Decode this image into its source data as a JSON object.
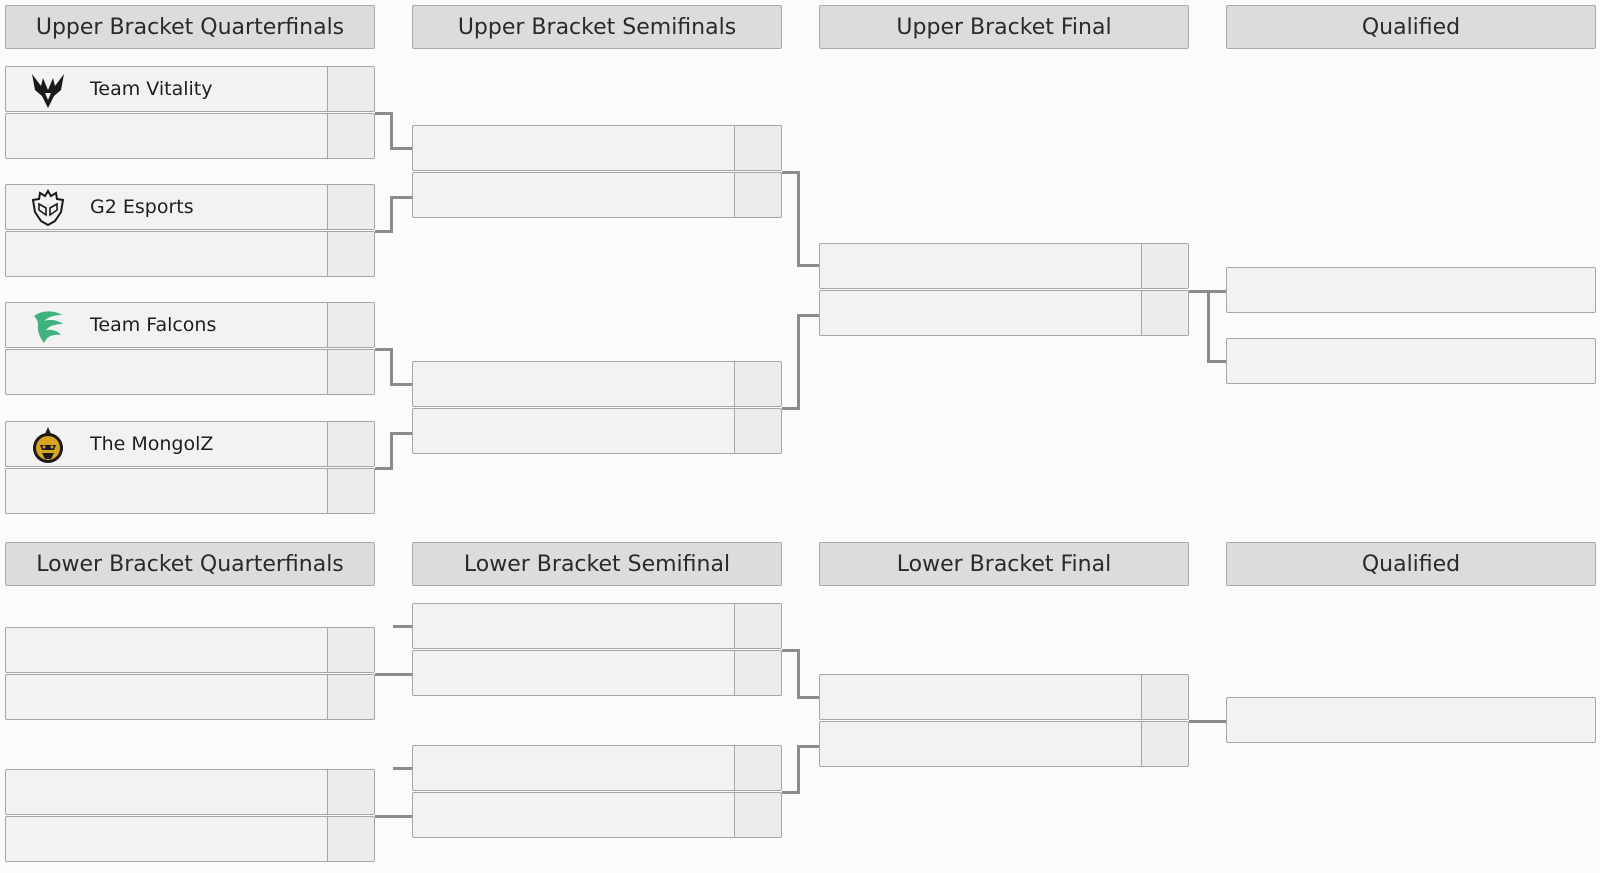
{
  "headers": {
    "upper_qf": "Upper Bracket Quarterfinals",
    "upper_sf": "Upper Bracket Semifinals",
    "upper_final": "Upper Bracket Final",
    "upper_qualified": "Qualified",
    "lower_qf": "Lower Bracket Quarterfinals",
    "lower_sf": "Lower Bracket Semifinal",
    "lower_final": "Lower Bracket Final",
    "lower_qualified": "Qualified"
  },
  "teams": {
    "vitality": {
      "name": "Team Vitality",
      "logo": "team-vitality-logo",
      "color": "#1a1a1a"
    },
    "g2": {
      "name": "G2 Esports",
      "logo": "g2-esports-logo",
      "color": "#1a1a1a"
    },
    "falcons": {
      "name": "Team Falcons",
      "logo": "team-falcons-logo",
      "color": "#3fb27f"
    },
    "mongolz": {
      "name": "The MongolZ",
      "logo": "the-mongolz-logo",
      "color": "#d9a520"
    }
  }
}
